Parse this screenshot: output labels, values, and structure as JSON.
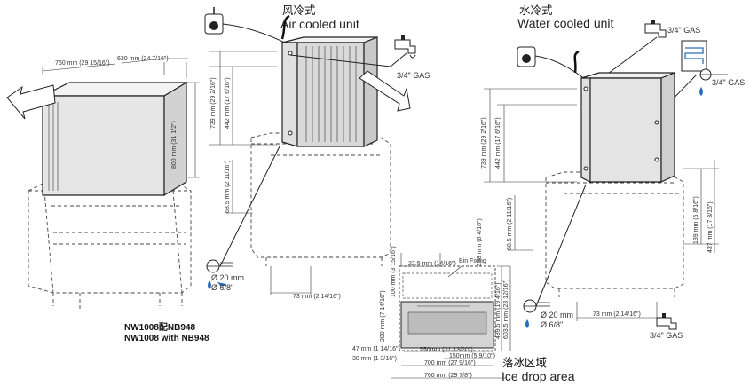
{
  "labels": {
    "air_cn": "风冷式",
    "air_en": "Air cooled unit",
    "water_cn": "水冷式",
    "water_en": "Water cooled unit",
    "ice_cn": "落冰区域",
    "ice_en": "Ice drop area",
    "model_line1": "NW1008配NB948",
    "model_line2": "NW1008 with NB948",
    "gas": "3/4\" GAS",
    "drain_mm": "Ø 20 mm",
    "drain_in": "Ø 6/8\"",
    "bin_fixing": "Bin Fixing"
  },
  "dims": {
    "width": "760 mm (29 15/16\")",
    "depth": "620 mm (24 7/16\")",
    "height_total": "800 mm (31 1/2\")",
    "h739": "739 mm (29 2/16\")",
    "h442": "442 mm (17 6/16\")",
    "h685": "68.5 mm (2 11/16\")",
    "d73": "73 mm (2 14/16\")",
    "h139": "139 mm (5 8/16\")",
    "h437": "437 mm (17 3/16\")",
    "ice_225": "22.5 mm (14/16\")",
    "ice_158": "158 mm (6 4/16\")",
    "ice_100": "100 mm (3 15/16\")",
    "ice_200": "200 mm (7 14/16\")",
    "ice_489": "489.5 mm (19 4/16\")",
    "ice_603": "603.5 mm (23 12/16\")",
    "ice_47": "47 mm (1 14/16\")",
    "ice_30": "30 mm (1 3/16\")",
    "ice_550": "550mm (21 13/20\")",
    "ice_150": "150mm (5 9/10\")",
    "ice_700": "700 mm (27 9/16\")",
    "ice_760": "760 mm (29 7/8\")"
  },
  "icons": [
    "power-plug-icon",
    "water-tap-icon",
    "drain-icon",
    "condenser-coil-icon",
    "airflow-arrow-icon"
  ]
}
